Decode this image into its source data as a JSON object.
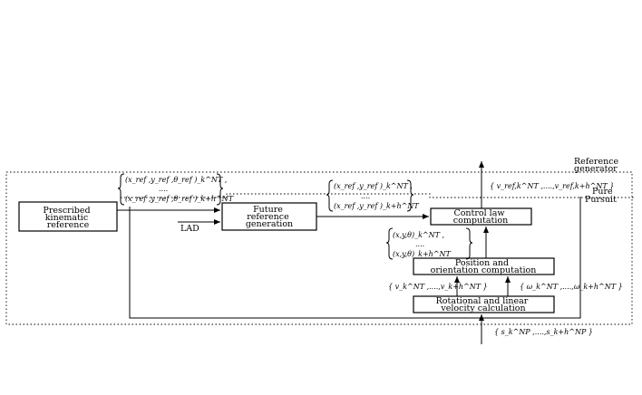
{
  "diagram": {
    "regions": {
      "reference_generator": [
        "Reference",
        "generator"
      ],
      "pure_pursuit": [
        "Pure",
        "Pursuit"
      ]
    },
    "blocks": {
      "prescribed": [
        "Prescribed",
        "kinematic",
        "reference"
      ],
      "future": [
        "Future",
        "reference",
        "generation"
      ],
      "control": [
        "Control law",
        "computation"
      ],
      "position": [
        "Position and",
        "orientation computation"
      ],
      "velocity": [
        "Rotational and linear",
        "velocity calculation"
      ]
    },
    "labels": {
      "lad": "LAD"
    },
    "annotations": {
      "ref_set_top": [
        "(x_ref ,y_ref ,θ_ref )_k^NT ,",
        "....",
        "(x_ref ,y_ref ,θ_ref )_k+h^NT"
      ],
      "future_set": [
        "(x_ref ,y_ref )_k^NT ,",
        "....",
        "(x_ref ,y_ref )_k+h^NT"
      ],
      "control_output": "{ v_ref,k^NT ,....,v_ref,k+h^NT }",
      "pose_set": [
        "(x,y,θ)_k^NT ,",
        "....",
        "(x,y,θ)_k+h^NT"
      ],
      "velocity_set": "{ v_k^NT ,....,v_k+h^NT }",
      "omega_set": "{ ω_k^NT ,....,ω_k+h^NT }",
      "input_set": "{ s_k^NP ,....,s_k+h^NP }"
    }
  }
}
